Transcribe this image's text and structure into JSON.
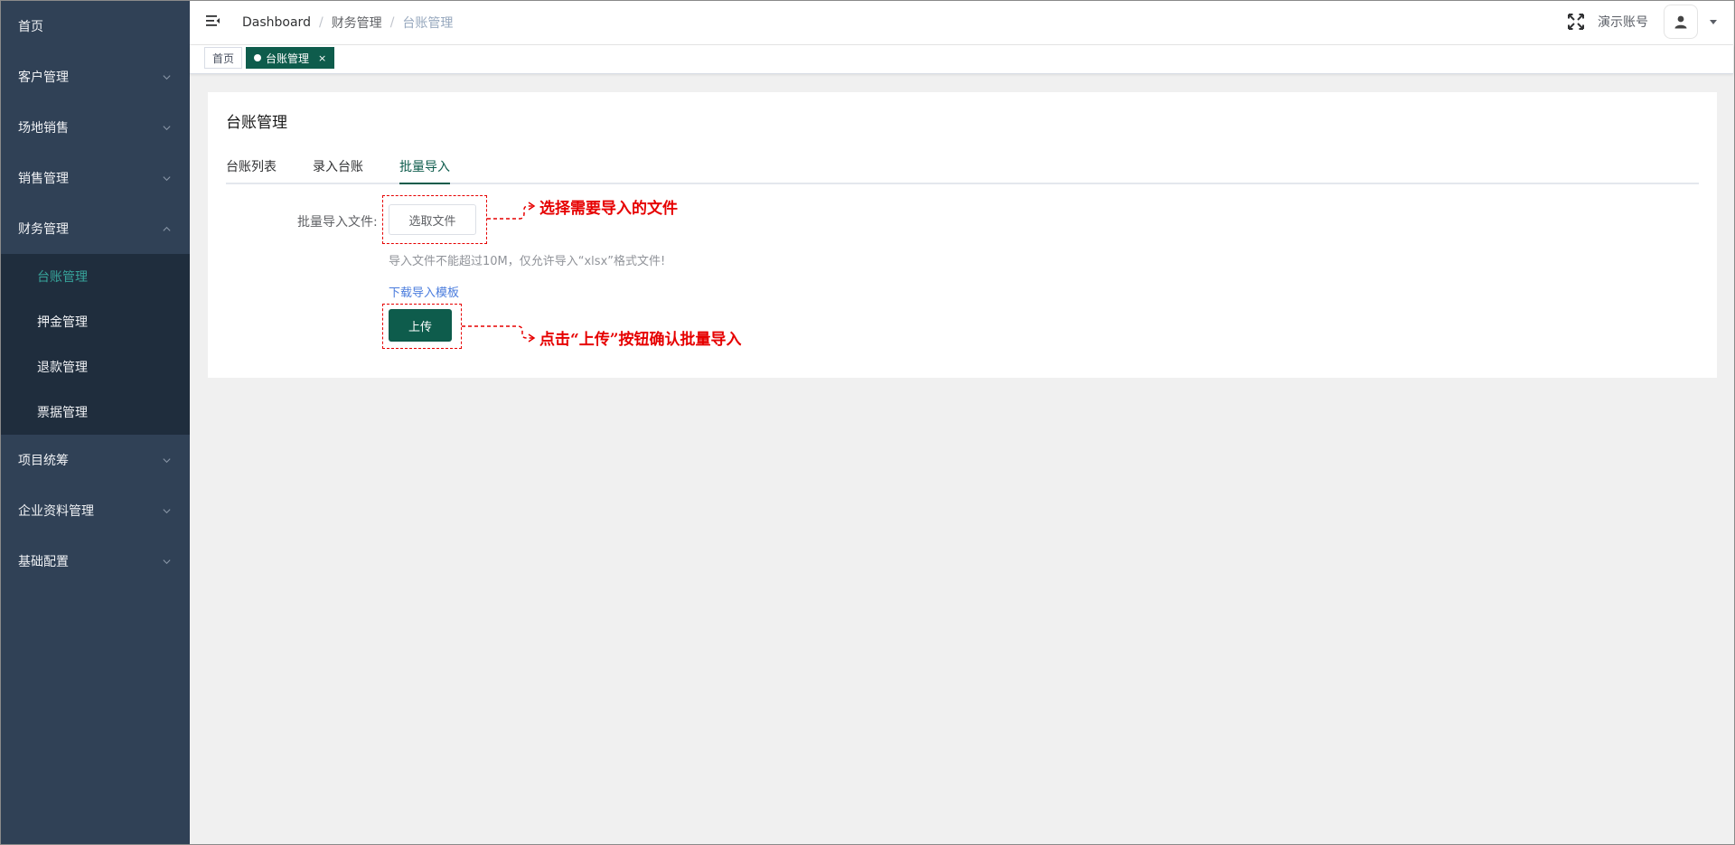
{
  "sidebar": {
    "items": [
      {
        "label": "首页"
      },
      {
        "label": "客户管理"
      },
      {
        "label": "场地销售"
      },
      {
        "label": "销售管理"
      },
      {
        "label": "财务管理"
      }
    ],
    "finance_sub": [
      {
        "label": "台账管理",
        "active": true
      },
      {
        "label": "押金管理"
      },
      {
        "label": "退款管理"
      },
      {
        "label": "票据管理"
      }
    ],
    "items_after": [
      {
        "label": "项目统筹"
      },
      {
        "label": "企业资料管理"
      },
      {
        "label": "基础配置"
      }
    ]
  },
  "navbar": {
    "breadcrumb": [
      "Dashboard",
      "财务管理",
      "台账管理"
    ],
    "breadcrumb_sep": "/",
    "account_name": "演示账号"
  },
  "tags_view": {
    "home": "首页",
    "active": "台账管理",
    "close_symbol": "×"
  },
  "page": {
    "title": "台账管理",
    "tabs": [
      "台账列表",
      "录入台账",
      "批量导入"
    ],
    "active_tab": "批量导入",
    "form": {
      "label": "批量导入文件:",
      "select_button": "选取文件",
      "hint": "导入文件不能超过10M，仅允许导入“xlsx”格式文件!",
      "download_link": "下载导入模板",
      "upload_button": "上传"
    }
  },
  "annotations": [
    "选择需要导入的文件",
    "点击“上传”按钮确认批量导入"
  ],
  "colors": {
    "sidebar_bg": "#304156",
    "submenu_bg": "#1f2d3d",
    "accent": "#0e5c4c",
    "sub_active": "#37a39a",
    "annotation": "#e60000",
    "link": "#4a7cdd"
  }
}
